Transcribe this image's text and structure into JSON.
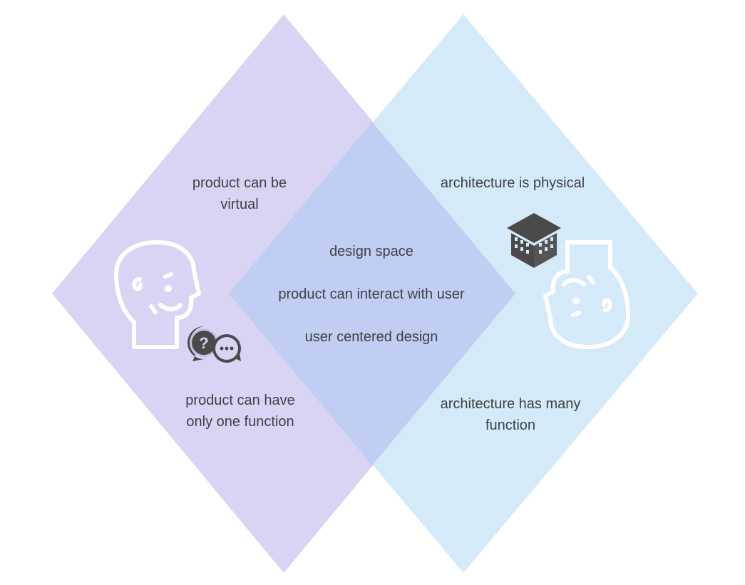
{
  "left_set": {
    "top_label": "product can be\nvirtual",
    "bottom_label": "product can have\nonly one function",
    "icons": [
      "human-head-icon",
      "question-chat-bubbles-icon"
    ]
  },
  "right_set": {
    "top_label": "architecture is physical",
    "bottom_label": "architecture has many\nfunction",
    "icons": [
      "building-icon",
      "human-head-icon"
    ]
  },
  "overlap": {
    "items": [
      "design space",
      "product can interact with user",
      "user centered design"
    ]
  },
  "colors": {
    "left_diamond": "#d9d4f4",
    "right_diamond": "#d5eaf8",
    "overlap": "#bfcef2",
    "text": "#3f3f46",
    "icon_dark": "#4a4a4a",
    "icon_outline": "#ffffff"
  }
}
